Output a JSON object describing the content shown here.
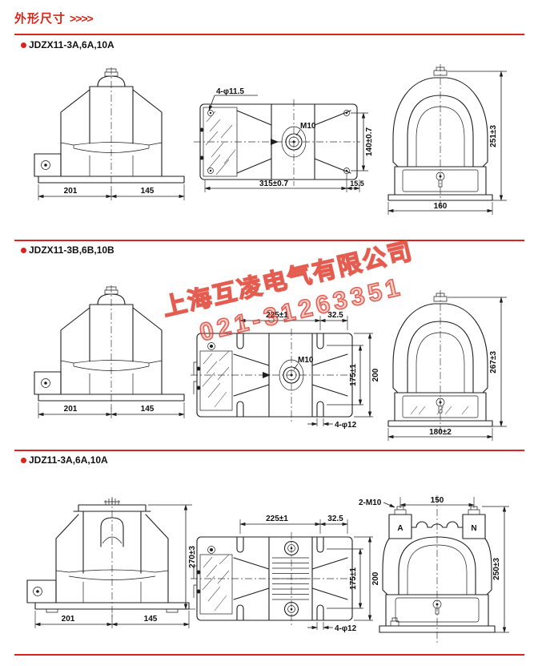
{
  "page": {
    "title": "外形尺寸",
    "title_arrows": ">>>>"
  },
  "watermark": {
    "company": "上海互凌电气有限公司",
    "phone": "021-31263351"
  },
  "colors": {
    "accent_red": "#d9251c",
    "line_dark": "#1e1e1e",
    "watermark_red": "#e2463a"
  },
  "sections": {
    "s1": {
      "title": "JDZX11-3A,6A,10A",
      "front": {
        "base_left": "201",
        "base_right": "145"
      },
      "top": {
        "corner_holes": "4-φ11.5",
        "stud": "M10",
        "depth": "140±0.7",
        "width": "315±0.7",
        "edge_offset": "15.5"
      },
      "side": {
        "height": "251±3",
        "width": "160"
      }
    },
    "s2": {
      "title": "JDZX11-3B,6B,10B",
      "front": {
        "base_left": "201",
        "base_right": "145"
      },
      "top": {
        "slot_span": "225±1",
        "slot_offset": "32.5",
        "stud": "M10",
        "inner_height": "175±1",
        "height": "200",
        "slot_holes": "4-φ12"
      },
      "side": {
        "height": "267±3",
        "width": "180±2"
      }
    },
    "s3": {
      "title": "JDZ11-3A,6A,10A",
      "front": {
        "height": "270±3",
        "base_left": "201",
        "base_right": "145"
      },
      "top": {
        "slot_span": "225±1",
        "slot_offset": "32.5",
        "inner_height": "175±1",
        "height": "200",
        "slot_holes": "4-φ12"
      },
      "side": {
        "bolt_label": "2-M10",
        "bolt_span": "150",
        "terminal_left": "A",
        "terminal_right": "N",
        "height": "250±3"
      }
    }
  }
}
